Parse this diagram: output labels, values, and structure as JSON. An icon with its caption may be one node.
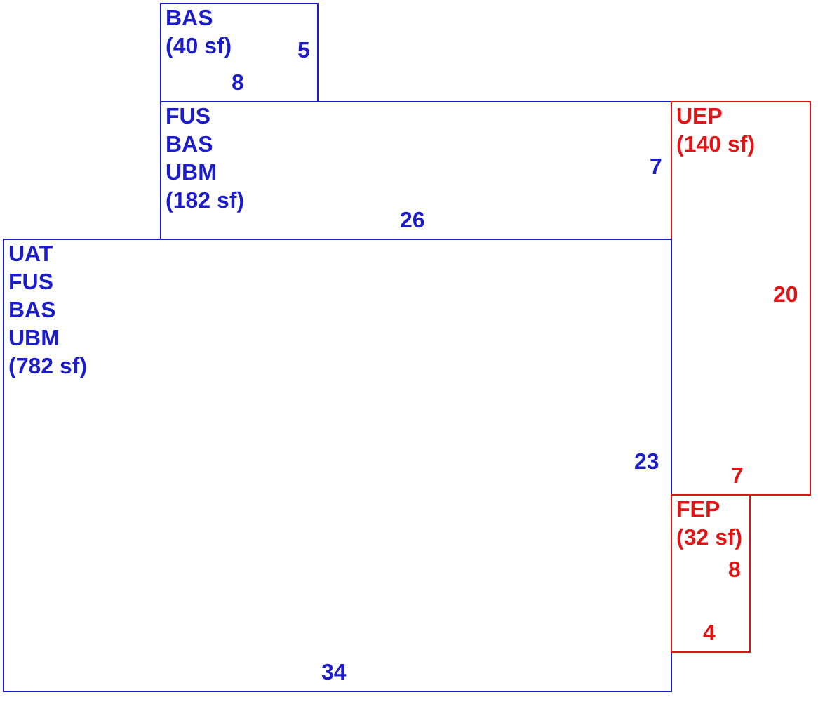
{
  "diagram": {
    "nodes": [
      {
        "text": [
          "BAS (40 sf)"
        ]
      },
      {
        "text": [
          "FUS BAS UBM (182 sf)"
        ]
      },
      {
        "text": [
          "UEP (140 sf)"
        ]
      },
      {
        "text": [
          "UAT FUS BAS UBM (782 sf)"
        ]
      },
      {
        "text": [
          "FEP (32 sf)"
        ]
      }
    ],
    "edges": [],
    "labels": [
      "5",
      "8",
      "7",
      "26",
      "20",
      "23",
      "7",
      "8",
      "4",
      "34"
    ]
  }
}
